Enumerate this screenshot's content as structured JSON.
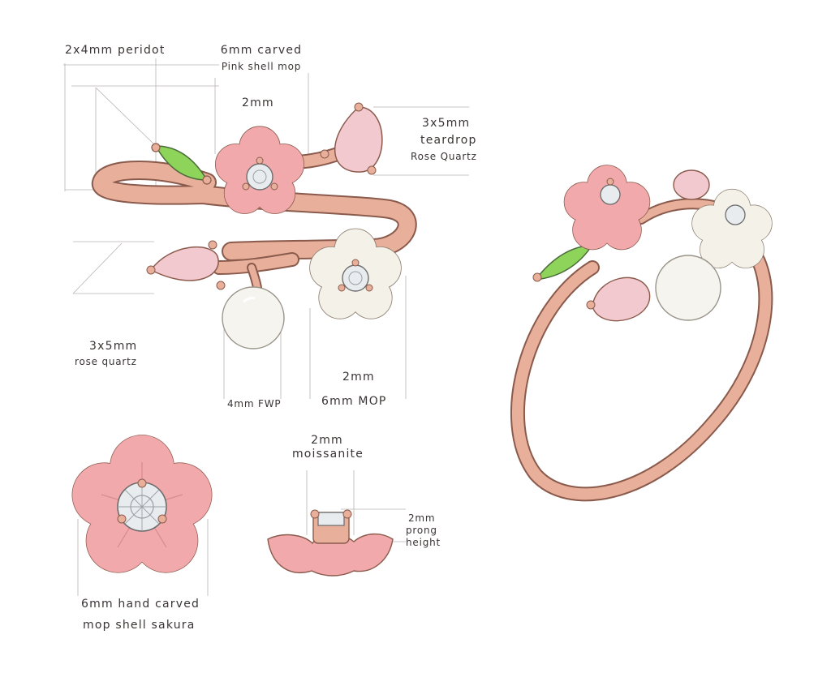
{
  "labels": {
    "peridot": "2x4mm peridot",
    "carved_line1": "6mm carved",
    "carved_line2": "Pink shell mop",
    "top_2mm": "2mm",
    "rq_top_line1": "3x5mm",
    "rq_top_line2": "teardrop",
    "rq_top_line3": "Rose Quartz",
    "rq_left_line1": "3x5mm",
    "rq_left_line2": "rose quartz",
    "mop_2mm": "2mm",
    "fwp": "4mm FWP",
    "mop": "6mm MOP",
    "moissanite_line1": "2mm",
    "moissanite_line2": "moissanite",
    "prong_line1": "2mm",
    "prong_line2": "prong",
    "prong_line3": "height",
    "sakura_line1": "6mm hand carved",
    "sakura_line2": "mop shell sakura"
  },
  "colors": {
    "metal": "#e8b09a",
    "pink_shell": "#f1a9ac",
    "white_mop": "#f4f1e8",
    "rose_quartz": "#f2c9cf",
    "peridot": "#8ed35a",
    "diamond": "#e8ecef"
  }
}
